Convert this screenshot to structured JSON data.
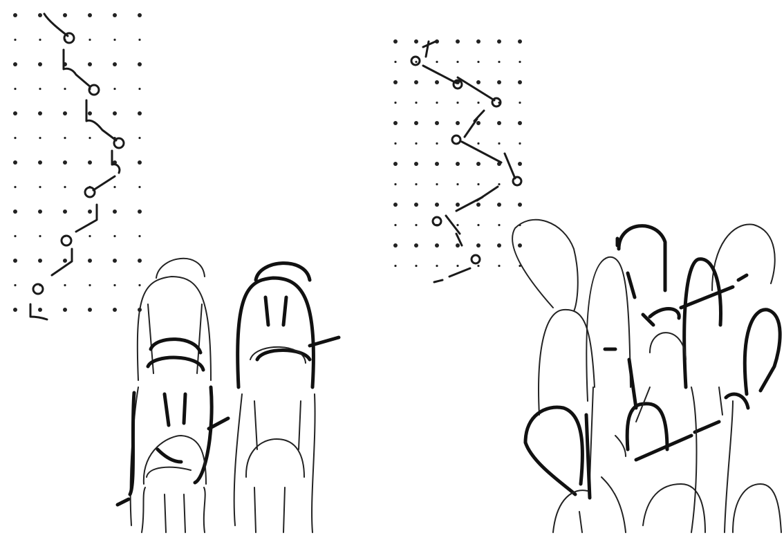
{
  "figure": {
    "panels": [
      {
        "id": "left-dot-diagram"
      },
      {
        "id": "left-loop-drawing"
      },
      {
        "id": "right-dot-diagram"
      },
      {
        "id": "right-loop-drawing"
      }
    ]
  }
}
